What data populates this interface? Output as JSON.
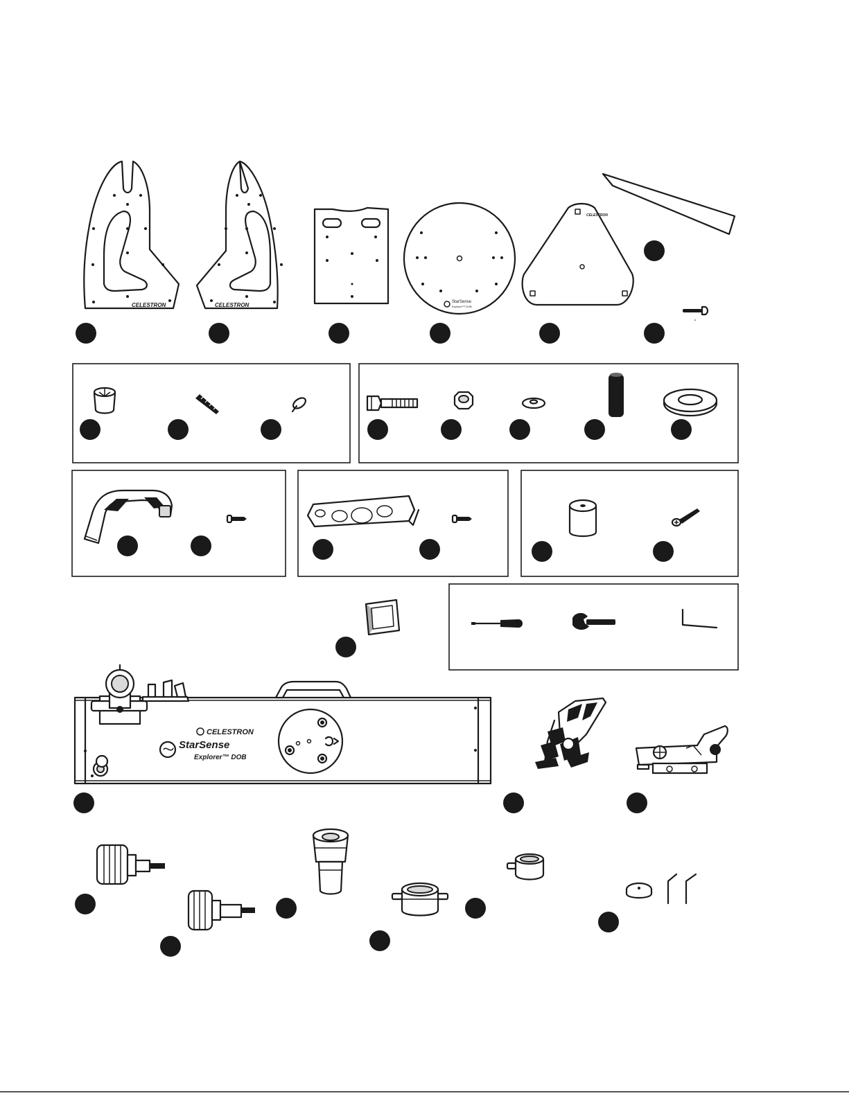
{
  "branding": {
    "maker_logo": "CELESTRON",
    "product_name": "StarSense",
    "product_model": "Explorer™ DOB",
    "base_logo_line1": "StarSense",
    "base_logo_line2": "Explorer™ DOB"
  },
  "icons": {
    "screwdriver": "screwdriver-icon",
    "wrench": "wrench-icon",
    "hex_key": "hex-key-icon"
  },
  "colors": {
    "line": "#1a1a1a",
    "badge": "#1a1a1a",
    "background": "#ffffff"
  }
}
